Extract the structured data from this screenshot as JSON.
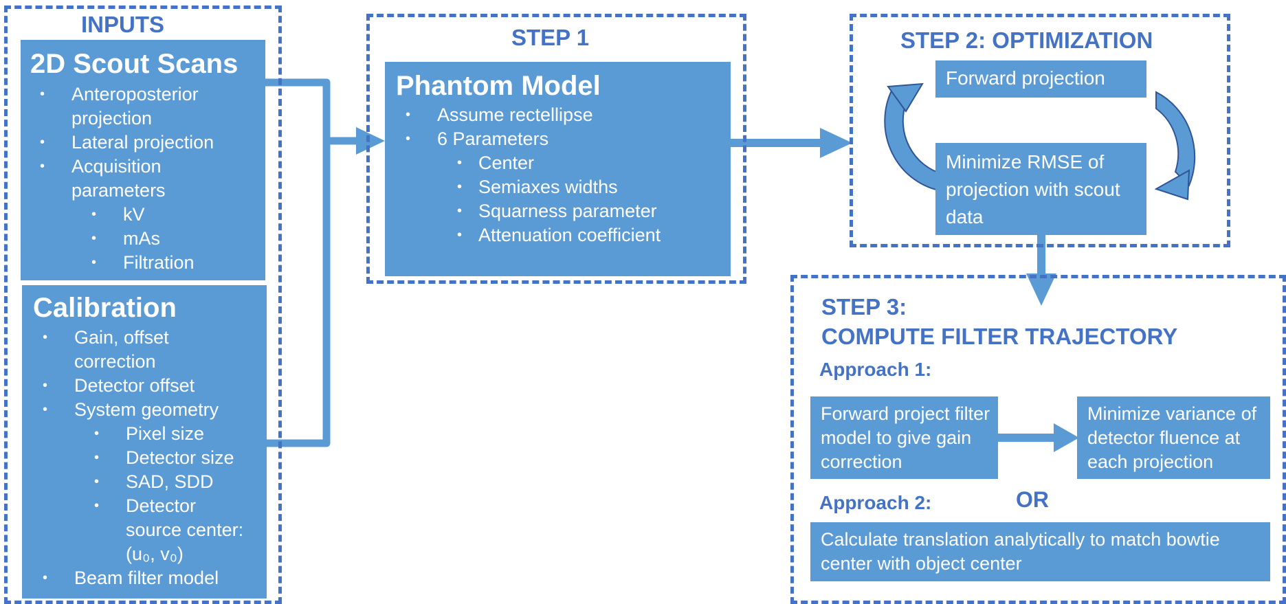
{
  "inputs": {
    "heading": "INPUTS",
    "scout": {
      "title": "2D Scout Scans",
      "items": [
        {
          "text": "Anteroposterior projection",
          "level": 1
        },
        {
          "text": "Lateral projection",
          "level": 1
        },
        {
          "text": "Acquisition parameters",
          "level": 1
        },
        {
          "text": "kV",
          "level": 2
        },
        {
          "text": "mAs",
          "level": 2
        },
        {
          "text": "Filtration",
          "level": 2
        }
      ]
    },
    "calibration": {
      "title": "Calibration",
      "items": [
        {
          "text": "Gain, offset correction",
          "level": 1
        },
        {
          "text": "Detector offset",
          "level": 1
        },
        {
          "text": "System geometry",
          "level": 1
        },
        {
          "text": "Pixel size",
          "level": 2
        },
        {
          "text": "Detector size",
          "level": 2
        },
        {
          "text": "SAD, SDD",
          "level": 2
        },
        {
          "text": "Detector source center: (u₀, v₀)",
          "level": 2
        },
        {
          "text": "Beam filter model",
          "level": 1
        }
      ]
    }
  },
  "step1": {
    "heading": "STEP 1",
    "title": "Phantom Model",
    "items": [
      {
        "text": "Assume rectellipse",
        "level": 1
      },
      {
        "text": "6 Parameters",
        "level": 1
      },
      {
        "text": "Center",
        "level": 2
      },
      {
        "text": "Semiaxes widths",
        "level": 2
      },
      {
        "text": "Squarness parameter",
        "level": 2
      },
      {
        "text": "Attenuation coefficient",
        "level": 2
      }
    ]
  },
  "step2": {
    "heading": "STEP 2: OPTIMIZATION",
    "forward": "Forward projection",
    "minimize": "Minimize RMSE of projection with scout data"
  },
  "step3": {
    "heading_line1": "STEP 3:",
    "heading_line2": "COMPUTE FILTER TRAJECTORY",
    "approach1_label": "Approach 1:",
    "approach1_box_a": "Forward project filter model to give gain correction",
    "approach1_box_b": "Minimize variance of detector fluence at each projection",
    "or_label": "OR",
    "approach2_label": "Approach 2:",
    "approach2_box": "Calculate translation analytically to match bowtie center with object center"
  },
  "colors": {
    "box_fill": "#5B9BD5",
    "accent": "#4472C4",
    "text_on_box": "#FFFFFF"
  }
}
